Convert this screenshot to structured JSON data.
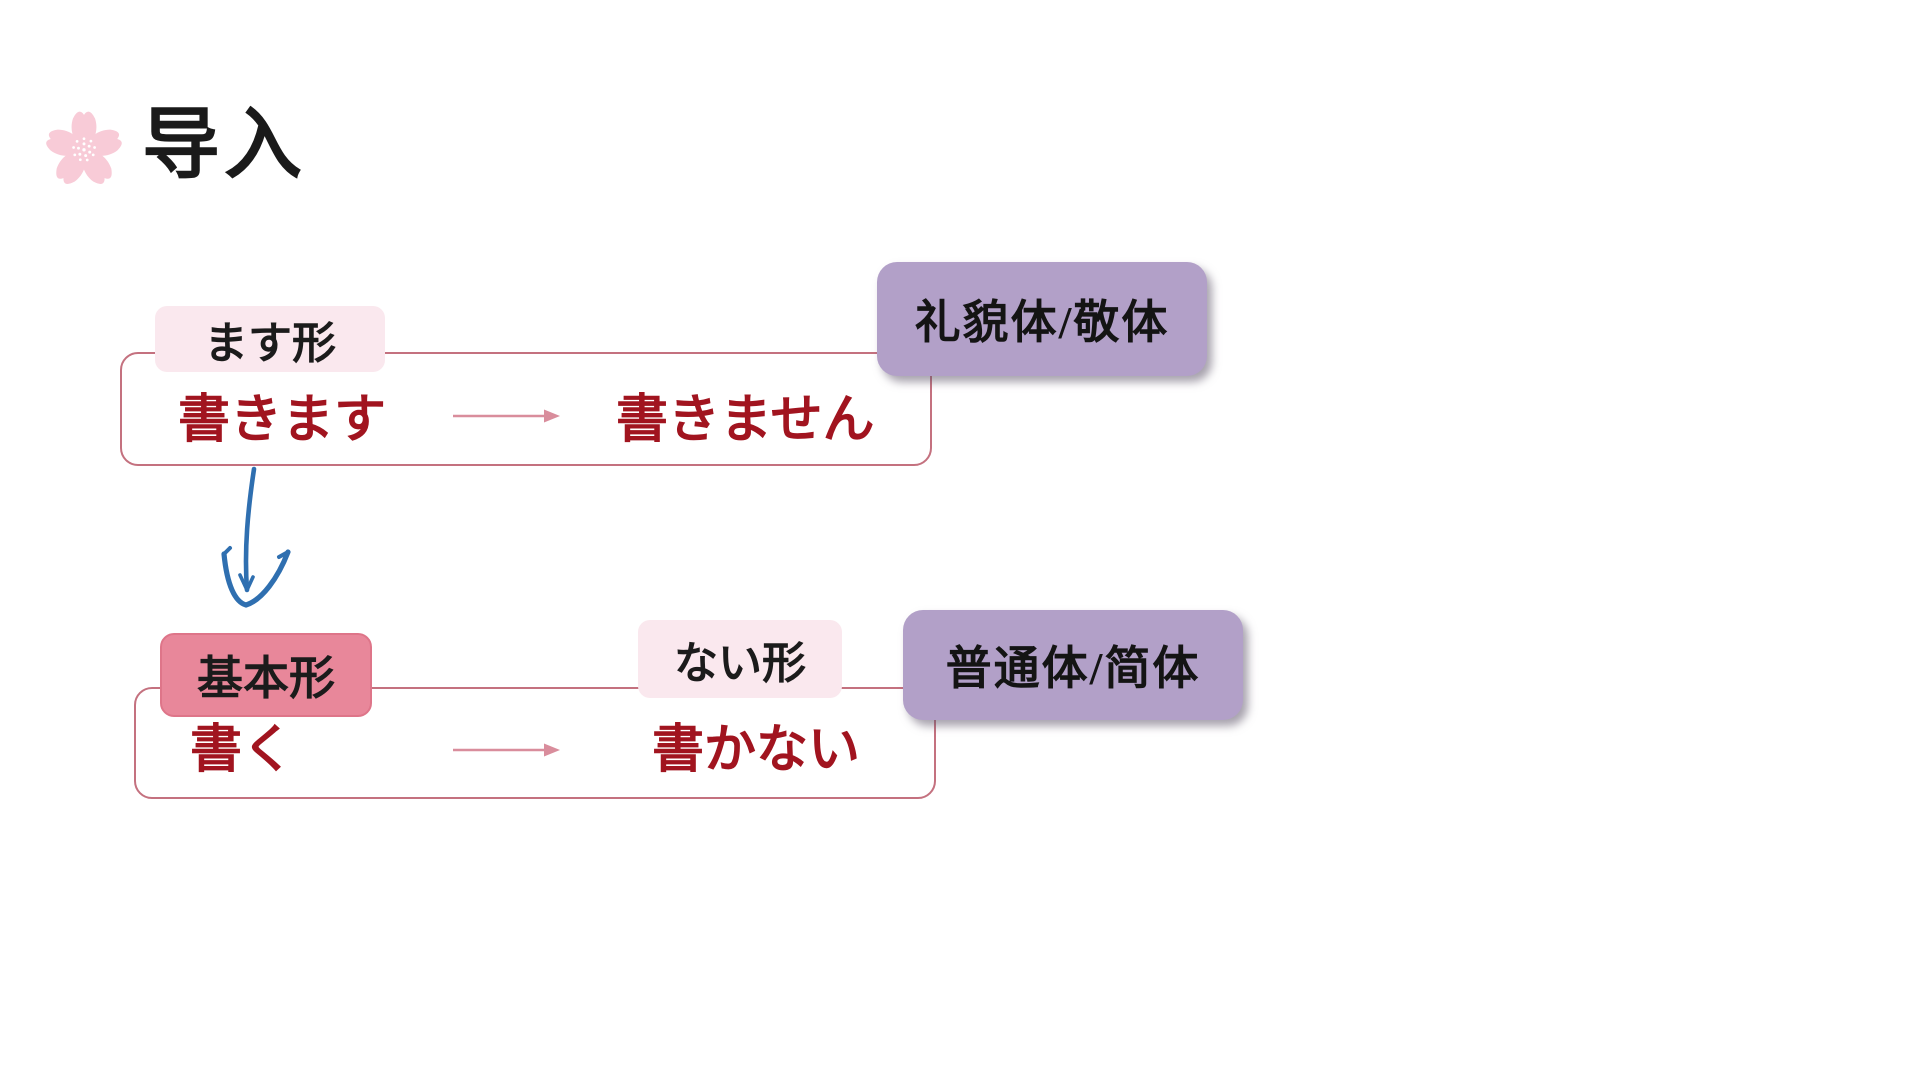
{
  "slide": {
    "title": "导入",
    "background": "#ffffff"
  },
  "masu_group": {
    "form_label": "ます形",
    "register_badge": "礼貌体/敬体",
    "verb_affirmative": "書きます",
    "verb_negative": "書きません"
  },
  "plain_group": {
    "form_label": "基本形",
    "nai_form_label": "ない形",
    "register_badge": "普通体/简体",
    "verb_affirmative": "書く",
    "verb_negative": "書かない"
  },
  "icons": {
    "title_icon": "sakura-flower-icon",
    "masu_transform_arrow": "right-arrow-icon",
    "plain_transform_arrow": "right-arrow-icon",
    "group_connector": "handdrawn-curved-down-arrow-icon"
  },
  "colors": {
    "verb_text_red": "#a1141f",
    "box_border_pink": "#c4717f",
    "form_label_light_pink": "#fae8ee",
    "form_label_strong_pink": "#e8879a",
    "register_badge_purple": "#b2a0c8",
    "transform_arrow_pink": "#d98d9c",
    "connector_arrow_blue": "#2f6fb0",
    "sakura_pink": "#f8cbd7",
    "title_black": "#1a1a1a"
  }
}
